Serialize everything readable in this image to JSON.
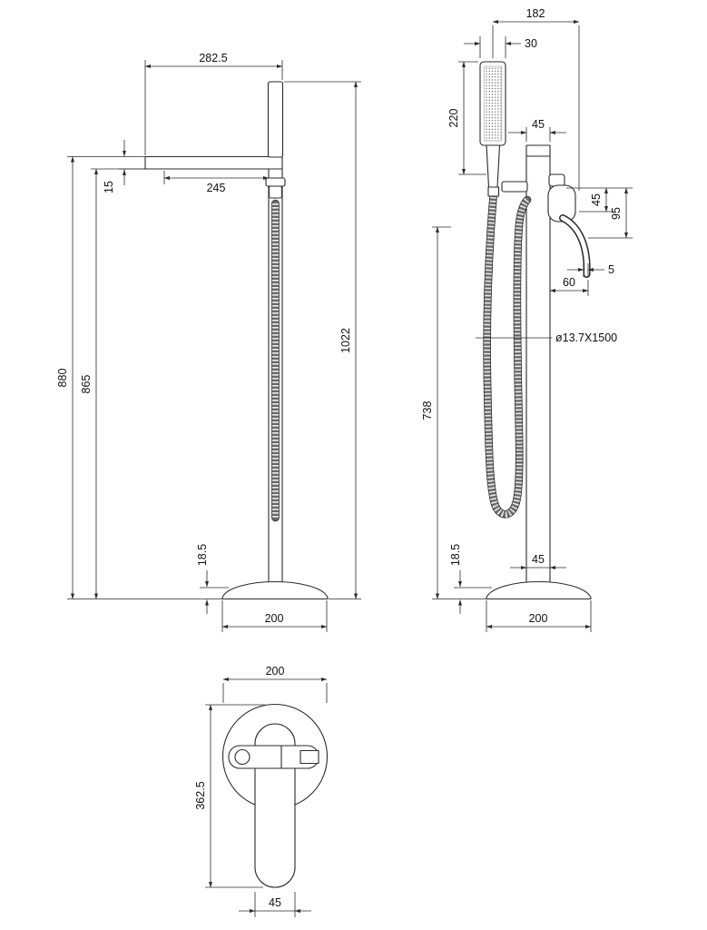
{
  "front_view": {
    "spout_reach": "282.5",
    "spout_projection": "245",
    "spout_thickness": "15",
    "height_to_spout_top": "880",
    "height_to_spout_underside": "865",
    "base_thickness": "18.5",
    "base_diameter": "200",
    "overall_height": "1022"
  },
  "side_view": {
    "handset_offset": "182",
    "handset_width": "30",
    "handset_length": "220",
    "column_width_top": "45",
    "handle_height_a": "45",
    "handle_height_b": "95",
    "lever_offset": "5",
    "lever_reach": "60",
    "hose_spec": "ø13.7X1500",
    "height_to_handle": "738",
    "base_thickness": "18.5",
    "column_width_bottom": "45",
    "base_diameter": "200"
  },
  "top_view": {
    "base_diameter": "200",
    "overall_projection": "362.5",
    "spout_width": "45"
  }
}
